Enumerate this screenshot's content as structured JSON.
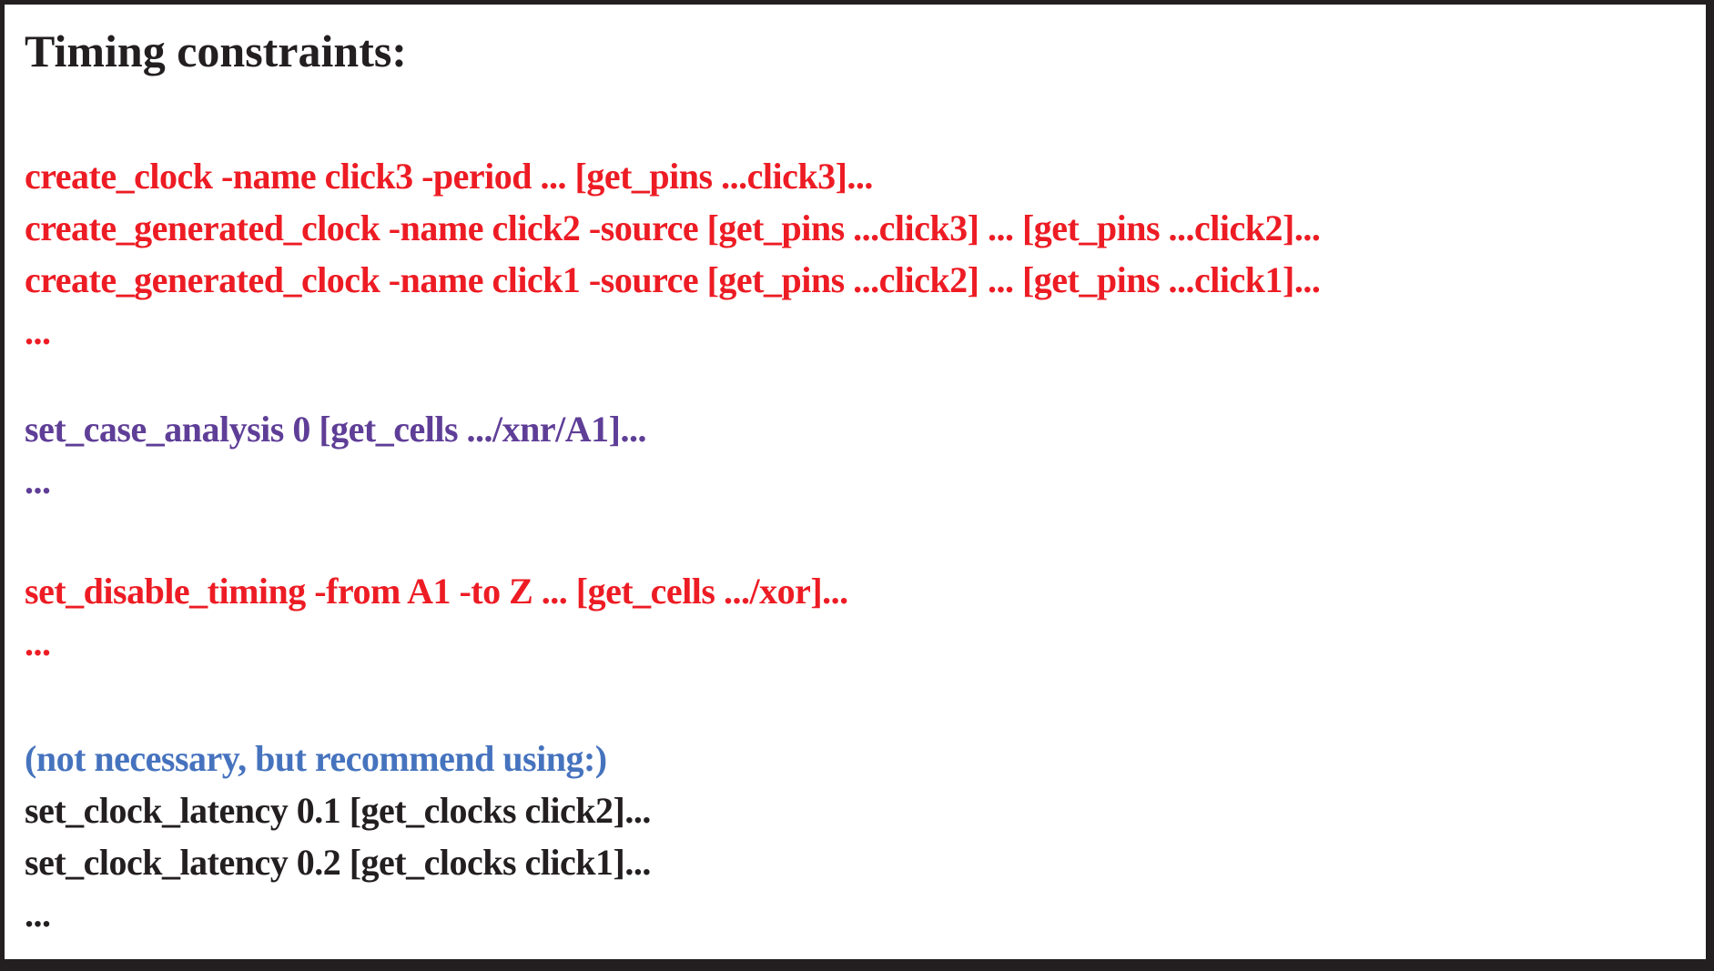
{
  "panel": {
    "title": "Timing constraints:",
    "colors": {
      "text": "#231F20",
      "border": "#231F20",
      "background": "#FFFFFF",
      "clock_commands_red": "#ED1C24",
      "case_analysis_purple": "#5F3E97",
      "note_blue": "#4673BE"
    },
    "sections": {
      "clock_creation": {
        "lines": [
          "create_clock -name click3 -period ... [get_pins ...click3]...",
          "create_generated_clock -name click2 -source [get_pins ...click3] ... [get_pins ...click2]...",
          "create_generated_clock -name click1 -source [get_pins ...click2] ... [get_pins ...click1]...",
          "..."
        ]
      },
      "case_analysis": {
        "lines": [
          "set_case_analysis 0 [get_cells .../xnr/A1]...",
          "..."
        ]
      },
      "disable_timing": {
        "lines": [
          "set_disable_timing -from A1 -to Z ... [get_cells .../xor]...",
          "..."
        ]
      },
      "clock_latency": {
        "note": "(not necessary, but recommend using:)",
        "lines": [
          "set_clock_latency 0.1 [get_clocks click2]...",
          "set_clock_latency 0.2 [get_clocks click1]...",
          "..."
        ]
      }
    }
  }
}
